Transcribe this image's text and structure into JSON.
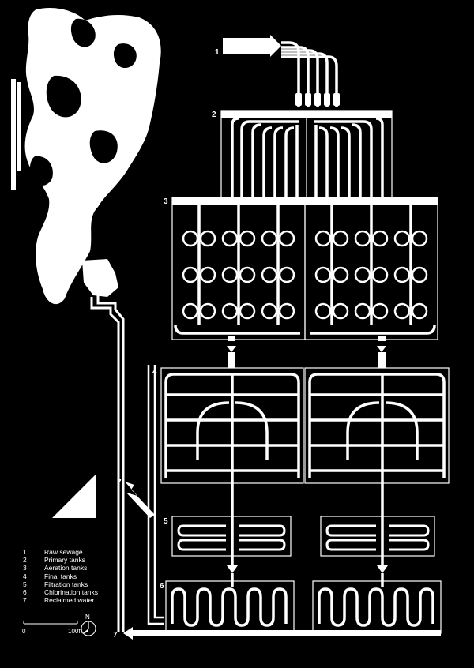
{
  "diagram": {
    "colors": {
      "background": "#000000",
      "foreground": "#ffffff"
    },
    "stage_markers": [
      "1",
      "2",
      "3",
      "4",
      "5",
      "6",
      "7"
    ],
    "legend": [
      {
        "num": "1",
        "label": "Raw sewage"
      },
      {
        "num": "2",
        "label": "Primary tanks"
      },
      {
        "num": "3",
        "label": "Aeration tanks"
      },
      {
        "num": "4",
        "label": "Final tanks"
      },
      {
        "num": "5",
        "label": "Filtration tanks"
      },
      {
        "num": "6",
        "label": "Chlorination tanks"
      },
      {
        "num": "7",
        "label": "Reclaimed water"
      }
    ],
    "scale": {
      "start": "0",
      "end": "100ft"
    },
    "north": "N"
  }
}
